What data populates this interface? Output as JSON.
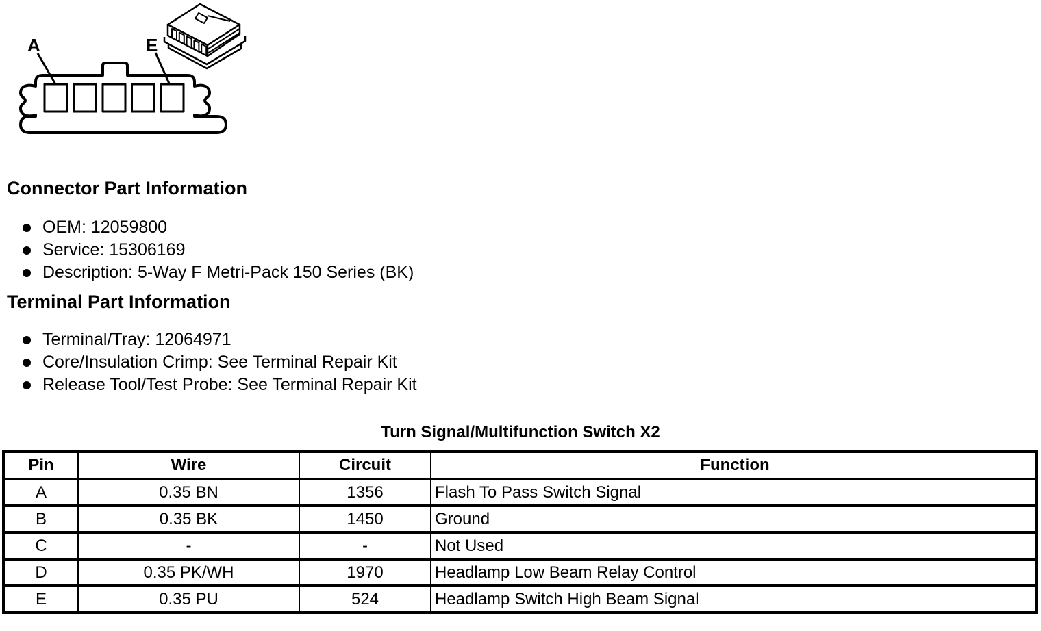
{
  "page": {
    "background": "#ffffff",
    "ink": "#000000"
  },
  "connector_diagram": {
    "pin_label_a": "A",
    "pin_label_e": "E",
    "cavity_count": 5
  },
  "connector_part_information": {
    "heading": "Connector Part Information",
    "items": [
      "OEM: 12059800",
      "Service: 15306169",
      "Description: 5-Way F Metri-Pack 150 Series (BK)"
    ]
  },
  "terminal_part_information": {
    "heading": "Terminal Part Information",
    "items": [
      "Terminal/Tray: 12064971",
      "Core/Insulation Crimp: See Terminal Repair Kit",
      "Release Tool/Test Probe: See Terminal Repair Kit"
    ]
  },
  "pinout_table": {
    "title": "Turn Signal/Multifunction Switch X2",
    "headers": [
      "Pin",
      "Wire",
      "Circuit",
      "Function"
    ],
    "rows": [
      {
        "pin": "A",
        "wire": "0.35 BN",
        "circuit": "1356",
        "function": "Flash To Pass Switch Signal"
      },
      {
        "pin": "B",
        "wire": "0.35 BK",
        "circuit": "1450",
        "function": "Ground"
      },
      {
        "pin": "C",
        "wire": "-",
        "circuit": "-",
        "function": "Not Used"
      },
      {
        "pin": "D",
        "wire": "0.35 PK/WH",
        "circuit": "1970",
        "function": "Headlamp Low Beam Relay Control"
      },
      {
        "pin": "E",
        "wire": "0.35 PU",
        "circuit": "524",
        "function": "Headlamp Switch High Beam Signal"
      }
    ]
  }
}
